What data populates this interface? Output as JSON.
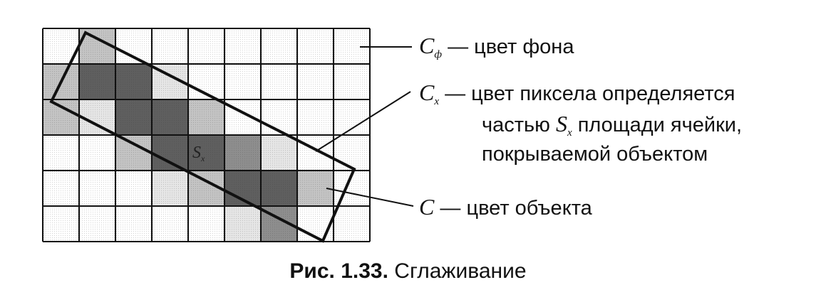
{
  "labels": {
    "background": {
      "symbol": "C",
      "subscript": "ф",
      "text": "— цвет фона"
    },
    "pixel": {
      "symbol": "C",
      "subscript": "x",
      "line1": "— цвет пиксела определяется",
      "line2_before": "частью",
      "line2_symbol": "S",
      "line2_subscript": "x",
      "line2_after": "площади ячейки,",
      "line3": "покрываемой объектом"
    },
    "object": {
      "symbol": "C",
      "text": "— цвет объекта"
    },
    "cell_mark": {
      "symbol": "S",
      "subscript": "x"
    }
  },
  "caption": {
    "number": "Рис. 1.33.",
    "title": "Сглаживание"
  },
  "grid": {
    "rows": 6,
    "cols": 9,
    "shades": [
      [
        0,
        2,
        0,
        0,
        0,
        0,
        0,
        0,
        0
      ],
      [
        2,
        4,
        4,
        1,
        0,
        0,
        0,
        0,
        0
      ],
      [
        2,
        1,
        4,
        4,
        2,
        0,
        0,
        0,
        0
      ],
      [
        0,
        0,
        2,
        4,
        4,
        3,
        1,
        0,
        0
      ],
      [
        0,
        0,
        0,
        1,
        2,
        4,
        4,
        2,
        0
      ],
      [
        0,
        0,
        0,
        0,
        0,
        1,
        3,
        0,
        0
      ]
    ],
    "shade_colors": [
      "#ffffff",
      "#e6e6e6",
      "#c4c4c4",
      "#8e8e8e",
      "#5f5f5f"
    ]
  }
}
